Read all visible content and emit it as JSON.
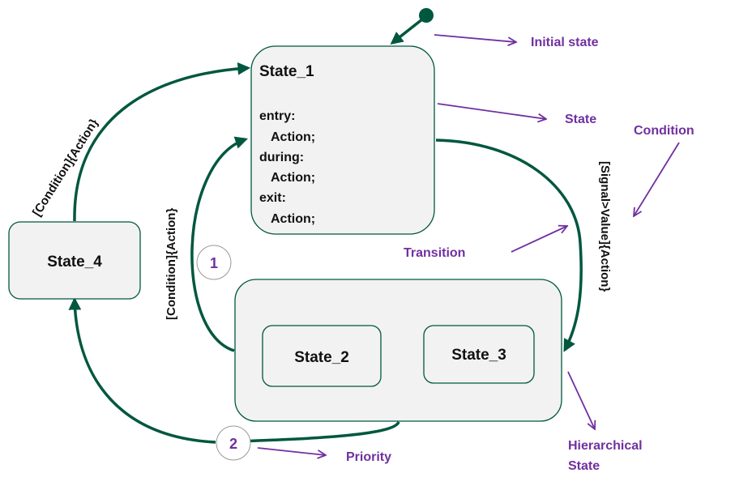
{
  "colors": {
    "transition": "#00573f",
    "state_fill": "#f2f2f2",
    "state_stroke": "#00573f",
    "annotation": "#7030a0",
    "priority_circle_stroke": "#999999"
  },
  "states": {
    "state_1": {
      "name": "State_1",
      "lines": [
        "entry:",
        "Action;",
        "during:",
        "Action;",
        "exit:",
        "Action;"
      ]
    },
    "state_2": {
      "name": "State_2"
    },
    "state_3": {
      "name": "State_3"
    },
    "state_4": {
      "name": "State_4"
    }
  },
  "transitions": {
    "state4_to_state1": "[Condition]{Action}",
    "super_to_state1": "[Condition]{Action}",
    "state1_to_super": "[Signal>Value]{Action}"
  },
  "priorities": {
    "p1": "1",
    "p2": "2"
  },
  "annotations": {
    "initial_state": "Initial state",
    "state": "State",
    "condition": "Condition",
    "transition": "Transition",
    "priority": "Priority",
    "hierarchical_state_line1": "Hierarchical",
    "hierarchical_state_line2": "State"
  }
}
